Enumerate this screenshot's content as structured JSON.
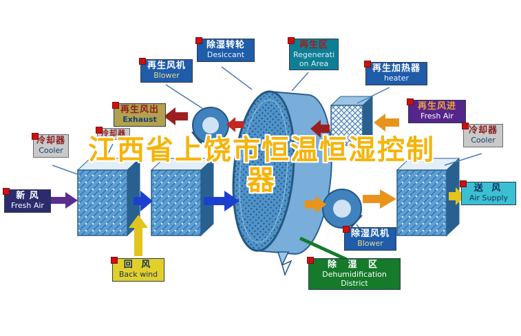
{
  "watermark": {
    "line1": "江西省上饶市恒温恒湿控制",
    "line2": "器"
  },
  "labels": [
    {
      "id": "desiccant",
      "zh": "除湿转轮",
      "en": "Desiccant"
    },
    {
      "id": "regeneration-area",
      "zh": "再生区",
      "en": "Regeneration Area"
    },
    {
      "id": "regen-blower",
      "zh": "再生风机",
      "en": "Blower"
    },
    {
      "id": "regen-heater",
      "zh": "再生加热器",
      "en": "heater"
    },
    {
      "id": "exhaust",
      "zh": "再生风出",
      "en": "Exhaust"
    },
    {
      "id": "regen-fresh-air",
      "zh": "再生风进",
      "en": "Fresh Air"
    },
    {
      "id": "cooler-left",
      "zh": "冷却器",
      "en": "Cooler"
    },
    {
      "id": "cooler-left-small",
      "zh": "冷却器",
      "en": ""
    },
    {
      "id": "fresh-air",
      "zh": "新  风",
      "en": "Fresh Air"
    },
    {
      "id": "back-wind",
      "zh": "回  风",
      "en": "Back wind"
    },
    {
      "id": "air-supply",
      "zh": "送  风",
      "en": "Air Supply"
    },
    {
      "id": "dehumid-blower",
      "zh": "除湿风机",
      "en": "Blower"
    },
    {
      "id": "cooler-right",
      "zh": "冷却器",
      "en": "Cooler"
    },
    {
      "id": "dehumid-district",
      "zh": "除 湿 区",
      "en": "Dehumidification District"
    }
  ],
  "colors": {
    "watermark_yellow": "#f6b40a",
    "label_blue": "#1f5ca9",
    "label_teal": "#0e7e95",
    "label_khaki": "#b3a14f",
    "label_purple": "#55258b",
    "label_gray": "#c9c9c9",
    "label_navy": "#2b2b6e",
    "label_yellow": "#e2cf2c",
    "label_cyan": "#3bbfd2",
    "label_green": "#157a2a",
    "marker_red": "#cc1111",
    "arrow_purple": "#5b2d8f",
    "arrow_blue": "#1d3fd0",
    "arrow_yellow": "#e2c51c",
    "arrow_orange": "#e8941c",
    "arrow_red": "#c42525",
    "arrow_dark_red": "#9c1f1f",
    "wheel_blue": "#4f93c8"
  }
}
